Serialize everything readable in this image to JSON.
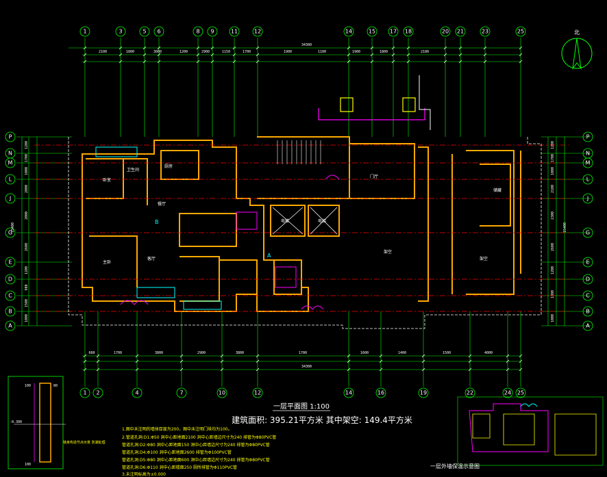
{
  "drawing": {
    "title": "一层平面图 1:100",
    "area_note": "建筑面积: 395.21平方米 其中架空: 149.4平方米",
    "keyplan_title": "一层外墙保温示意图",
    "north_label": "北",
    "detail_note": "墙身构造节点示意 防潮处理",
    "detail_dims": [
      "100",
      "80",
      "100",
      "-0.300"
    ],
    "top_total": "34300",
    "bottom_total": "34300",
    "left_total": "15400",
    "right_total": "15400"
  },
  "axes": {
    "top": [
      "1",
      "3",
      "5",
      "6",
      "8",
      "9",
      "11",
      "12",
      "14",
      "15",
      "17",
      "18",
      "20",
      "21",
      "23",
      "25"
    ],
    "bottom": [
      "1",
      "2",
      "4",
      "7",
      "10",
      "12",
      "14",
      "16",
      "19",
      "22",
      "24",
      "25"
    ],
    "left": [
      "P",
      "N",
      "M",
      "L",
      "J",
      "G",
      "E",
      "D",
      "C",
      "B",
      "A"
    ],
    "right": [
      "P",
      "N",
      "M",
      "L",
      "J",
      "G",
      "E",
      "D",
      "C",
      "B",
      "A"
    ]
  },
  "dims": {
    "top_row1": [
      "2100",
      "1800",
      "3000",
      "1200",
      "2900",
      "1150",
      "1700",
      "1900",
      "1100",
      "1900",
      "1800",
      "2100"
    ],
    "bottom_row1": [
      "600",
      "1700",
      "3800",
      "2900",
      "3800",
      "1700",
      "1600",
      "1400",
      "1500",
      "4000"
    ],
    "left_col": [
      "1200",
      "1700",
      "1000",
      "2000",
      "2000",
      "2600",
      "1200",
      "900",
      "1500",
      "1000"
    ],
    "right_col": [
      "1200",
      "1700",
      "1000",
      "2100",
      "2300",
      "2600",
      "1200",
      "1800",
      "1000"
    ]
  },
  "rooms": [
    "卧室",
    "卫生间",
    "厨房",
    "餐厅",
    "客厅",
    "主卧",
    "电梯",
    "电梯",
    "门厅",
    "架空",
    "架空",
    "储藏"
  ],
  "notes": [
    "1.图中未注明的墙体厚度为200，图中未注明门垛均为100。",
    "2.管道孔洞:D1:Φ50 洞中心距地面2100 洞中心距墙边尺寸为240 排管为Φ80PVC管",
    "  管道孔洞:D2:Φ80 洞中心距地面150 洞中心距墙边尺寸为240 排管为Φ80PVC管",
    "  管道孔洞:D4:Φ100 洞中心距地面2600 排管为Φ100PVC管",
    "  管道孔洞:D5:Φ80 洞中心距地面600 洞中心距墙边尺寸为240 排管为Φ80PVC管",
    "  管道孔洞:D6:Φ110 洞中心距楼面250 厕所排管为Φ110PVC管",
    "3.未注明标高为±0.000"
  ],
  "colors": {
    "background": "#000000",
    "axis": "#00ff00",
    "wall": "#ffaa00",
    "dimension": "#ffffff",
    "red_line": "#ff0000",
    "magenta": "#ff00ff",
    "cyan": "#00ffff",
    "yellow": "#ffff00"
  }
}
